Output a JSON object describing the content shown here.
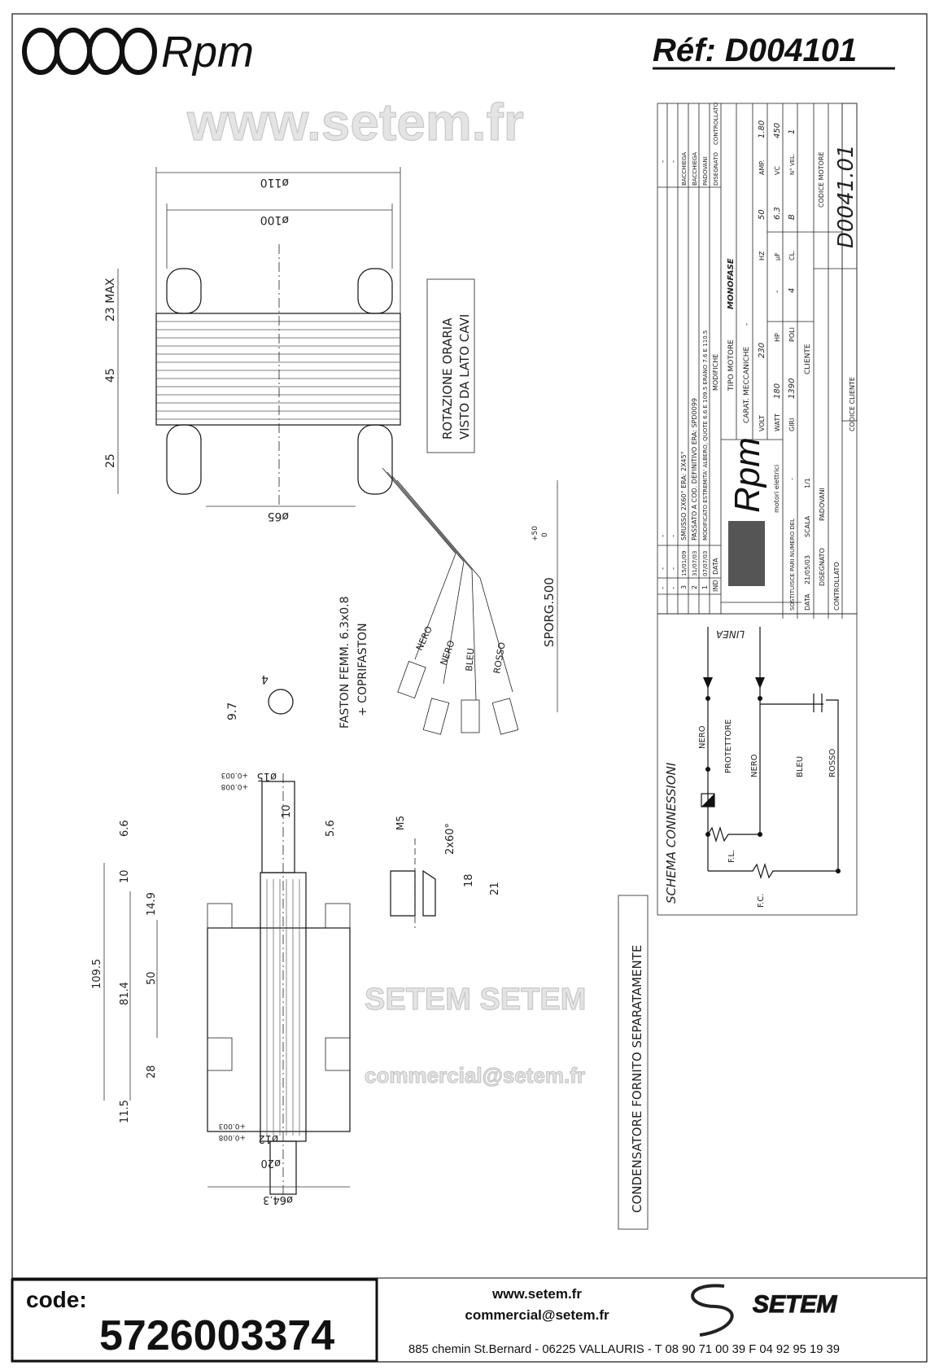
{
  "header": {
    "brand": "Rpm",
    "reference": "Réf:  D004101"
  },
  "title_block": {
    "revisions": [
      {
        "ind": "-",
        "date": "-",
        "description": "-",
        "drawn": "-",
        "checked": ""
      },
      {
        "ind": "-",
        "date": "-",
        "description": "-",
        "drawn": "-",
        "checked": ""
      },
      {
        "ind": "3",
        "date": "15/01/09",
        "description": "SMUSSO 2X60° ERA: 2X45°",
        "drawn": "BACCHIEGA",
        "checked": ""
      },
      {
        "ind": "2",
        "date": "31/07/03",
        "description": "PASSATO A COD. DEFINITIVO ERA: SPD0099",
        "drawn": "BACCHIEGA",
        "checked": ""
      },
      {
        "ind": "1",
        "date": "07/07/03",
        "description": "MODIFICATO ESTREMITA' ALBERO, QUOTE 6.6 E 109.5 ERANO 7.6 E 110.5",
        "drawn": "PADOVANI",
        "checked": ""
      }
    ],
    "rev_header": {
      "ind": "IND",
      "date": "DATA",
      "description": "MODIFICHE",
      "drawn": "DISEGNATO",
      "checked": "CONTROLLATO"
    },
    "logo_text": "Rpm",
    "logo_subtitle": "motori elettrici",
    "tipo_motore_label": "TIPO MOTORE",
    "tipo_motore": "MONOFASE",
    "carat_label": "CARAT. MECCANICHE",
    "carat_value": "-",
    "specs": [
      [
        {
          "label": "VOLT",
          "value": "230"
        },
        {
          "label": "HZ",
          "value": "50"
        },
        {
          "label": "AMP.",
          "value": "1.80"
        }
      ],
      [
        {
          "label": "WATT",
          "value": "180"
        },
        {
          "label": "HP",
          "value": "-"
        },
        {
          "label": "µF",
          "value": "6.3"
        },
        {
          "label": "VC",
          "value": "450"
        }
      ],
      [
        {
          "label": "GIRI",
          "value": "1390"
        },
        {
          "label": "POLI",
          "value": "4"
        },
        {
          "label": "CL.",
          "value": "B"
        },
        {
          "label": "N° VEL.",
          "value": "1"
        }
      ]
    ],
    "sostituisce_label": "SOSTITUISCE PARI NUMERO DEL",
    "sostituisce_value": "-",
    "data_label": "DATA",
    "data_value": "21/05/03",
    "scala_label": "SCALA",
    "scala_value": "1/1",
    "cliente_label": "CLIENTE",
    "disegnato_label": "DISEGNATO",
    "disegnato_value": "PADOVANI",
    "controllato_label": "CONTROLLATO",
    "codice_cliente_label": "CODICE CLIENTE",
    "codice_motore_label": "CODICE MOTORE",
    "codice_motore": "D0041.01"
  },
  "schema": {
    "title": "SCHEMA CONNESSIONI",
    "linea": "LINEA",
    "labels": {
      "nero1": "NERO",
      "protettore": "PROTETTORE",
      "nero2": "NERO",
      "bleu": "BLEU",
      "rosso": "ROSSO",
      "fl": "F.L.",
      "fc": "F.C."
    }
  },
  "condensatore_note": "CONDENSATORE FORNITO SEPARATAMENTE",
  "drawing": {
    "rotation_note": [
      "ROTAZIONE ORARIA",
      "VISTO DA LATO CAVI"
    ],
    "faston_note": [
      "FASTON FEMM. 6.3x0.8",
      "+ COPRIFASTON"
    ],
    "wire_labels": [
      "NERO",
      "NERO",
      "BLEU",
      "ROSSO"
    ],
    "sporg": "SPORG.500",
    "sporg_tol": [
      "+50",
      "0"
    ],
    "dims_top": {
      "d110": "ø110",
      "d100": "ø100",
      "d65": "ø65",
      "h23": "23 MAX",
      "h45": "45",
      "h25": "25"
    },
    "dims_faston": {
      "w4": "4",
      "h9_7": "9.7"
    },
    "dims_shaft": {
      "d15": "ø15",
      "tol15": [
        "+0.008",
        "+0.003"
      ],
      "d10": "10",
      "d6_6": "6.6",
      "d5_6": "5.6",
      "d12": "ø12",
      "tol12": [
        "+0.008",
        "+0.003"
      ],
      "d20": "ø20",
      "d64_3": "ø64.3"
    },
    "dims_side": {
      "d10": "10",
      "d14_9": "14.9",
      "d109_5": "109.5",
      "d81_4": "81.4",
      "d50": "50",
      "d28": "28",
      "d11_5": "11.5"
    },
    "dims_detail": {
      "m5": "M5",
      "chamfer": "2x60°",
      "d18": "18",
      "d21": "21"
    }
  },
  "footer": {
    "code_label": "code:",
    "code": "5726003374",
    "website": "www.setem.fr",
    "email": "commercial@setem.fr",
    "address": "885 chemin St.Bernard  -  06225 VALLAURIS  -  T 08 90 71 00 39   F 04 92 95 19 39",
    "brand": "SETEM"
  },
  "watermark": {
    "line1": "www.setem.fr",
    "line2": "SETEM SETEM",
    "line3": "commercial@setem.fr"
  }
}
